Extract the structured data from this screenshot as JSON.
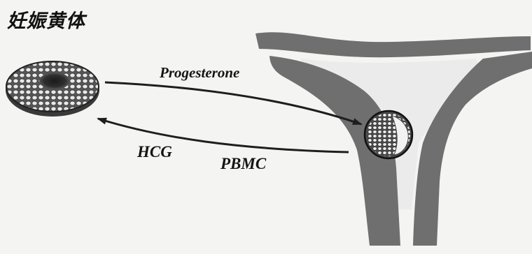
{
  "title": "妊娠黄体",
  "labels": {
    "progesterone": "Progesterone",
    "hcg": "HCG",
    "pbmc": "PBMC"
  },
  "colors": {
    "background": "#f4f4f2",
    "uterus_wall": "#6f6f6f",
    "arrow": "#1e1e1e",
    "corpus_luteum_core": "#2f2f2f"
  }
}
